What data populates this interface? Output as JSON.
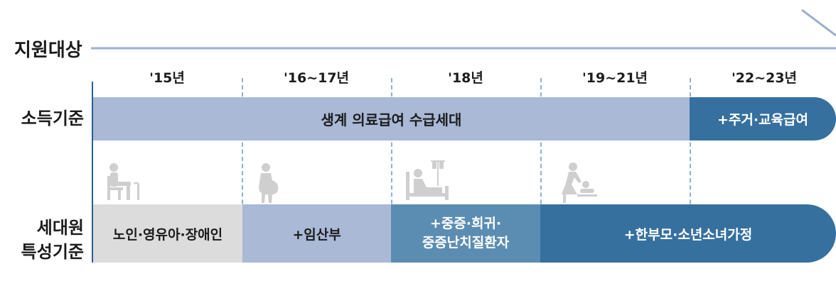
{
  "header": {
    "title": "지원대상"
  },
  "years": [
    "'15년",
    "'16~17년",
    "'18년",
    "'19~21년",
    "'22~23년"
  ],
  "income_row": {
    "label": "소득기준",
    "main_bar": "생계 의료급여 수급세대",
    "extension_bar": "+주거·교육급여"
  },
  "household_row": {
    "label_line1": "세대원",
    "label_line2": "특성기준",
    "segments": [
      "노인·영유아·장애인",
      "+임산부",
      "+중증·희귀·",
      "중증난치질환자",
      "+한부모·소년소녀가정"
    ]
  },
  "icons": [
    "elderly-person-icon",
    "pregnant-woman-icon",
    "hospital-patient-icon",
    "parent-changing-baby-icon"
  ],
  "colors": {
    "light_blue": "#a9b9d6",
    "medium_blue": "#5b8db2",
    "dark_blue": "#36709f",
    "gray": "#dcdcdc",
    "icon_gray": "#cfcfcf"
  }
}
